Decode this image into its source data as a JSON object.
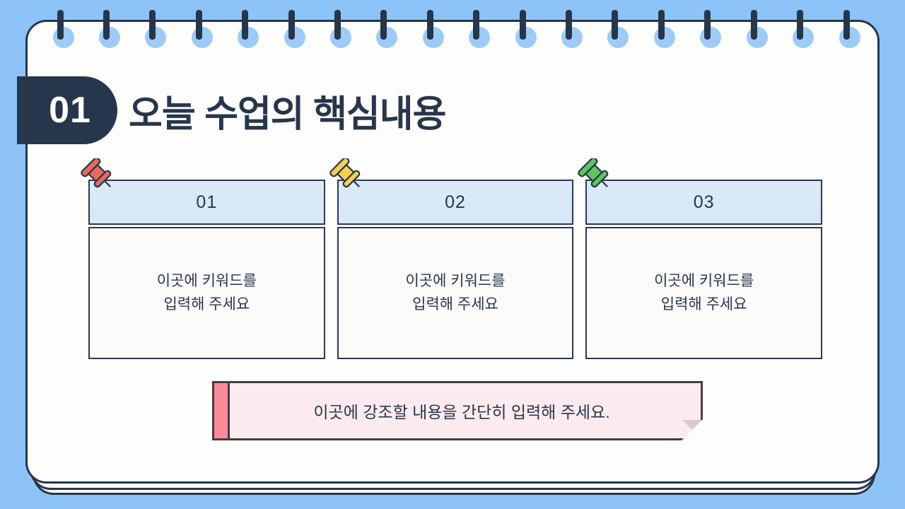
{
  "slide": {
    "background_color": "#8cc4fa",
    "paper_color": "#fdfdfc",
    "ink_color": "#27364b"
  },
  "header": {
    "badge_number": "01",
    "title": "오늘 수업의 핵심내용"
  },
  "binding": {
    "ring_count": 18,
    "ring_color": "#27364b",
    "bead_color": "#9ccbf7"
  },
  "cards": [
    {
      "number": "01",
      "pin_icon": "pushpin-icon",
      "pin_color": "#e8685f",
      "body_line1": "이곳에 키워드를",
      "body_line2": "입력해 주세요"
    },
    {
      "number": "02",
      "pin_icon": "pushpin-icon",
      "pin_color": "#f5d council",
      "body_line1": "이곳에 키워드를",
      "body_line2": "입력해 주세요"
    },
    {
      "number": "03",
      "pin_icon": "pushpin-icon",
      "pin_color": "#5ec45e",
      "body_line1": "이곳에 키워드를",
      "body_line2": "입력해 주세요"
    }
  ],
  "banner": {
    "text": "이곳에 강조할 내용을 간단히 입력해 주세요.",
    "accent_color": "#fb8b9a",
    "background_color": "#fcebee"
  }
}
